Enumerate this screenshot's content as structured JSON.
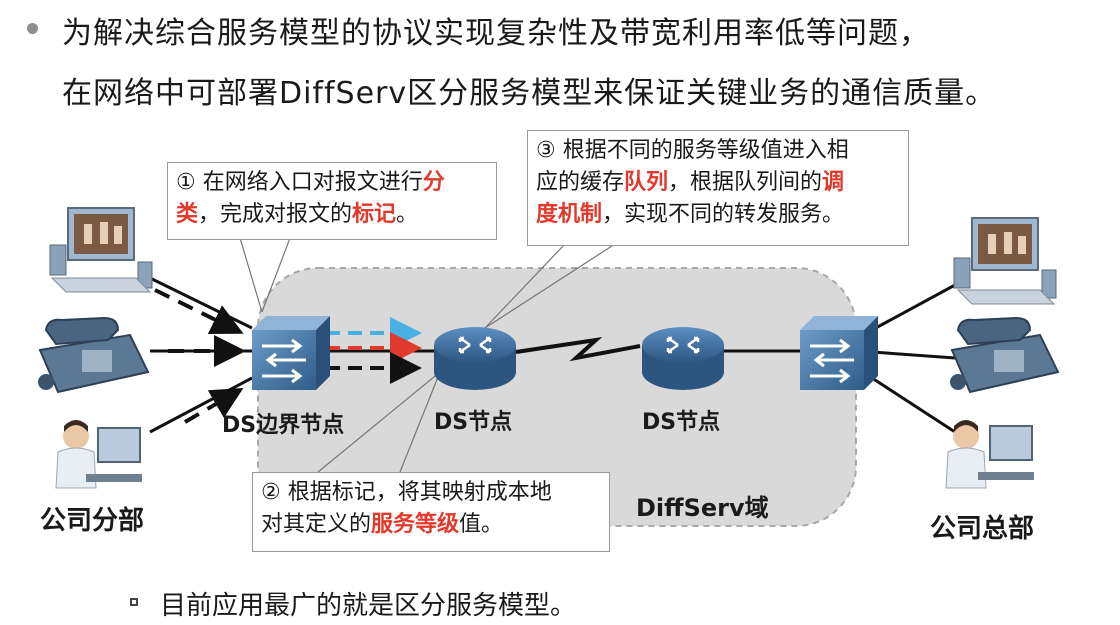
{
  "intro": {
    "line1": "为解决综合服务模型的协议实现复杂性及带宽利用率低等问题，",
    "line2": "在网络中可部署DiffServ区分服务模型来保证关键业务的通信质量。"
  },
  "callouts": {
    "c1": {
      "num": "①",
      "t1": " 在网络入口对报文进行",
      "h1": "分",
      "h2": "类",
      "t2": "，完成对报文的",
      "h3": "标记",
      "t3": "。"
    },
    "c2": {
      "num": "③",
      "t1": " 根据不同的服务等级值进入相",
      "t2": "应的缓存",
      "h1": "队列",
      "t3": "，根据队列间的",
      "h2": "调",
      "h3": "度机制",
      "t4": "，实现不同的转发服务。"
    },
    "c3": {
      "num": "②",
      "t1": " 根据标记，将其映射成本地",
      "t2": "对其定义的",
      "h1": "服务等级",
      "t3": "值。"
    }
  },
  "labels": {
    "edge_node": "DS边界节点",
    "ds_node_1": "DS节点",
    "ds_node_2": "DS节点",
    "domain": "DiffServ域",
    "branch": "公司分部",
    "hq": "公司总部"
  },
  "footer": "目前应用最广的就是区分服务模型。",
  "colors": {
    "highlight": "#e03a2d",
    "domain_fill": "#d9d9d9",
    "arrow_blue": "#49b0e6",
    "arrow_red": "#e03a2d",
    "device_blue": "#3e6d9c"
  }
}
